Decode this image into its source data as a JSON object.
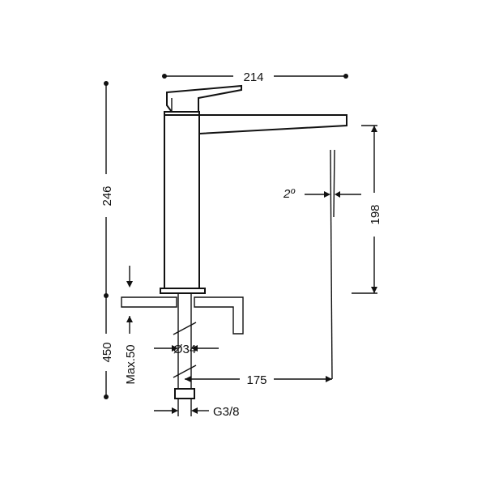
{
  "dimensions": {
    "width_top": "214",
    "total_height": "246",
    "spout_height": "198",
    "angle": "2º",
    "spout_reach": "175",
    "mount_height": "450",
    "max_thickness": "Max.50",
    "hole_diameter": "Ø34",
    "connection": "G3/8"
  }
}
